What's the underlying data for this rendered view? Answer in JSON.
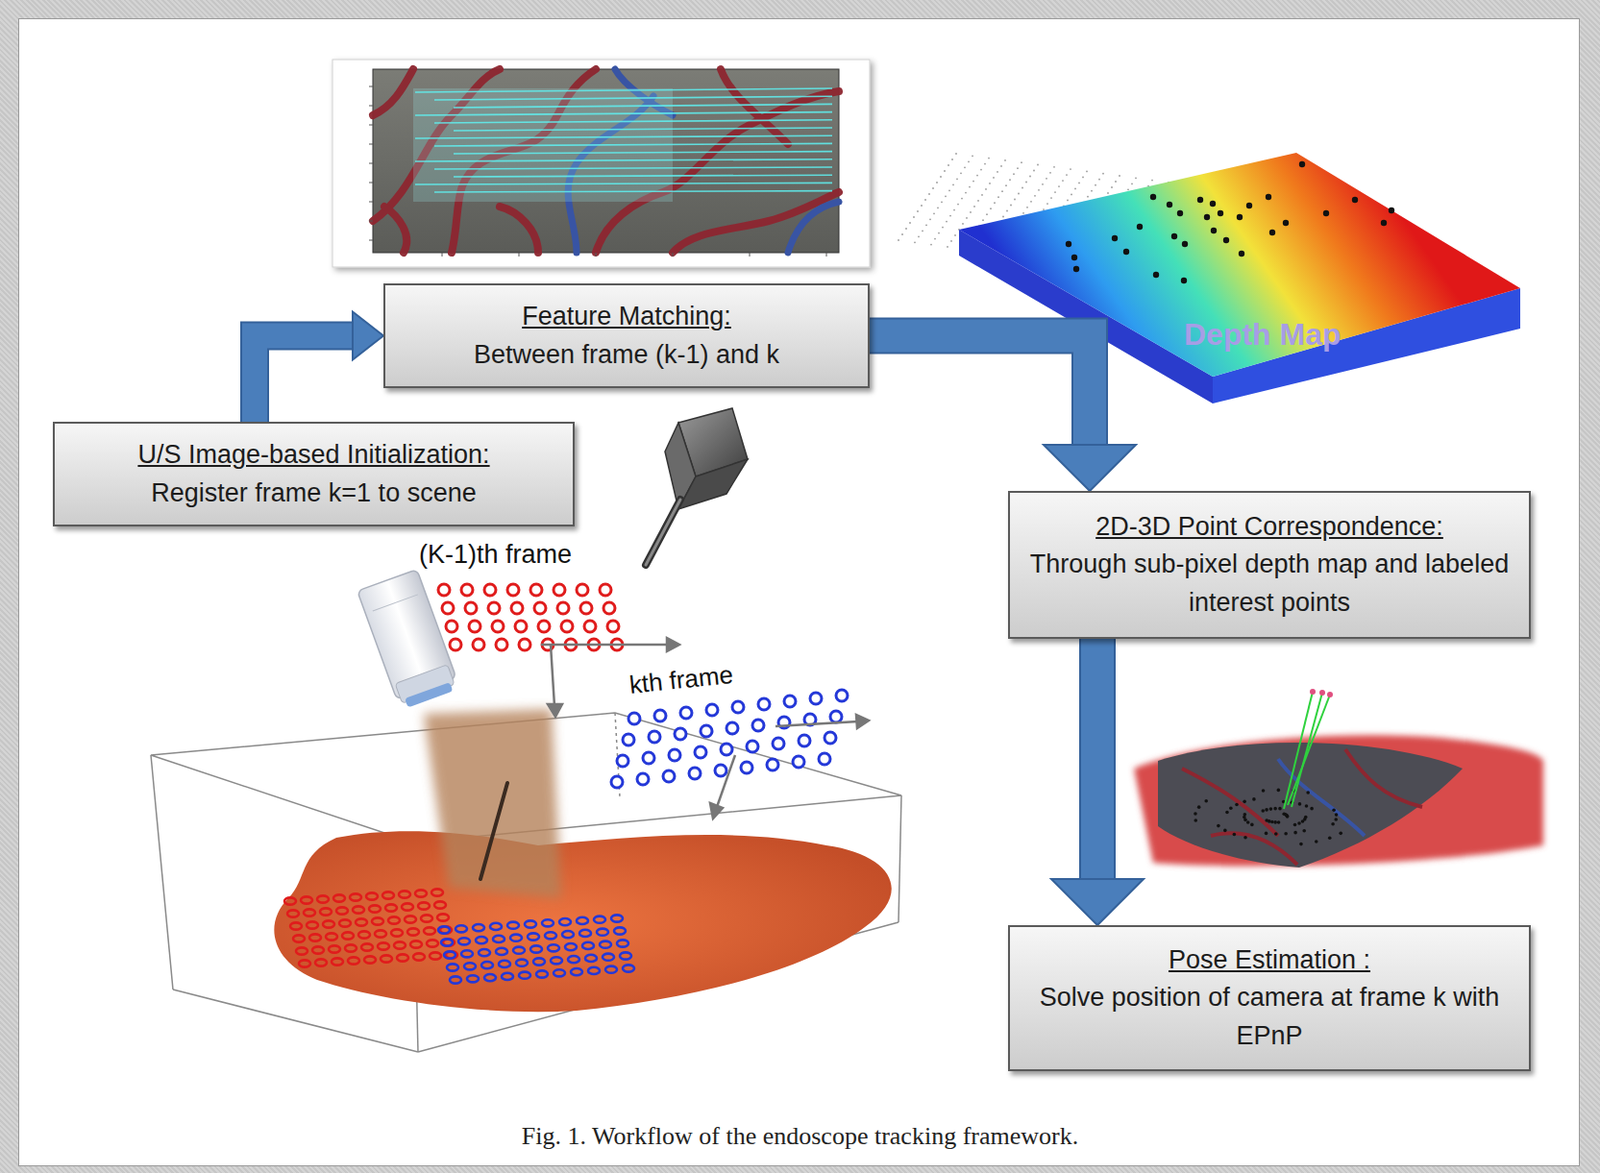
{
  "diagram": {
    "caption": "Fig. 1. Workflow of the endoscope tracking framework.",
    "nodes": [
      {
        "text": [
          "Feature Matching:",
          "Between frame (k-1) and k"
        ]
      },
      {
        "text": [
          "U/S Image-based Initialization:",
          "Register frame k=1 to scene"
        ]
      },
      {
        "text": [
          "2D-3D Point Correspondence:",
          "Through sub-pixel depth map and labeled interest points"
        ]
      },
      {
        "text": [
          "Pose Estimation :",
          "Solve position of camera at frame k with EPnP"
        ]
      }
    ],
    "edges": [
      {
        "from": 1,
        "to": 0,
        "arrow": "to"
      },
      {
        "from": 0,
        "to": 2,
        "arrow": "to"
      },
      {
        "from": 2,
        "to": 3,
        "arrow": "to"
      }
    ],
    "labels": [
      "(K-1)th frame",
      "kth frame",
      "Depth Map"
    ]
  }
}
